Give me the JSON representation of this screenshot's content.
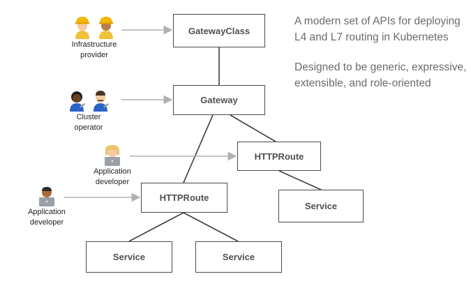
{
  "tagline": {
    "line1": "A modern set of APIs for deploying L4 and L7 routing in Kubernetes",
    "line2": "Designed to be generic, expressive, extensible, and role-oriented"
  },
  "nodes": {
    "gatewayclass": "GatewayClass",
    "gateway": "Gateway",
    "httproute_right": "HTTPRoute",
    "httproute_left": "HTTPRoute",
    "service_right": "Service",
    "service_bottom_left": "Service",
    "service_bottom_right": "Service"
  },
  "personas": {
    "infra": {
      "label_line1": "Infrastructure",
      "label_line2": "provider"
    },
    "cluster": {
      "label_line1": "Cluster",
      "label_line2": "operator"
    },
    "appdev_right": {
      "label_line1": "Application",
      "label_line2": "developer"
    },
    "appdev_left": {
      "label_line1": "Application",
      "label_line2": "developer"
    }
  },
  "colors": {
    "line": "#3d3d3d",
    "arrow": "#b0b0b0",
    "text": "#6b6b6b"
  }
}
